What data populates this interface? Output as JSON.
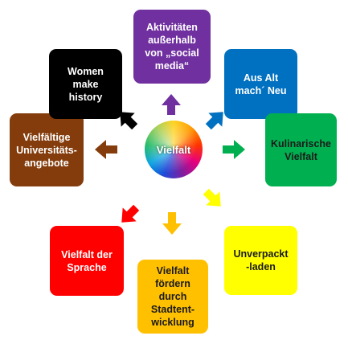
{
  "center": {
    "label": "Vielfalt"
  },
  "nodes": [
    {
      "id": "aktivitaeten",
      "label": "Aktivitäten\naußerhalb\nvon „social\nmedia“",
      "color": "#7030a0",
      "text_color": "#ffffff"
    },
    {
      "id": "aus-alt",
      "label": "Aus Alt\nmach´ Neu",
      "color": "#0070c0",
      "text_color": "#ffffff"
    },
    {
      "id": "kulinarische",
      "label": "Kulinarische\nVielfalt",
      "color": "#00b050",
      "text_color": "#1a1a1a"
    },
    {
      "id": "unverpackt",
      "label": "Unverpackt\n-laden",
      "color": "#ffff00",
      "text_color": "#1a1a1a"
    },
    {
      "id": "stadtentwicklung",
      "label": "Vielfalt\nfördern\ndurch\nStadtent-\nwicklung",
      "color": "#ffc000",
      "text_color": "#1a1a1a"
    },
    {
      "id": "sprache",
      "label": "Vielfalt der\nSprache",
      "color": "#ff0000",
      "text_color": "#ffffff"
    },
    {
      "id": "universitaet",
      "label": "Vielfältige\nUniversitäts-\nangebote",
      "color": "#843c0c",
      "text_color": "#ffffff"
    },
    {
      "id": "women",
      "label": "Women\nmake\nhistory",
      "color": "#000000",
      "text_color": "#ffffff"
    }
  ]
}
